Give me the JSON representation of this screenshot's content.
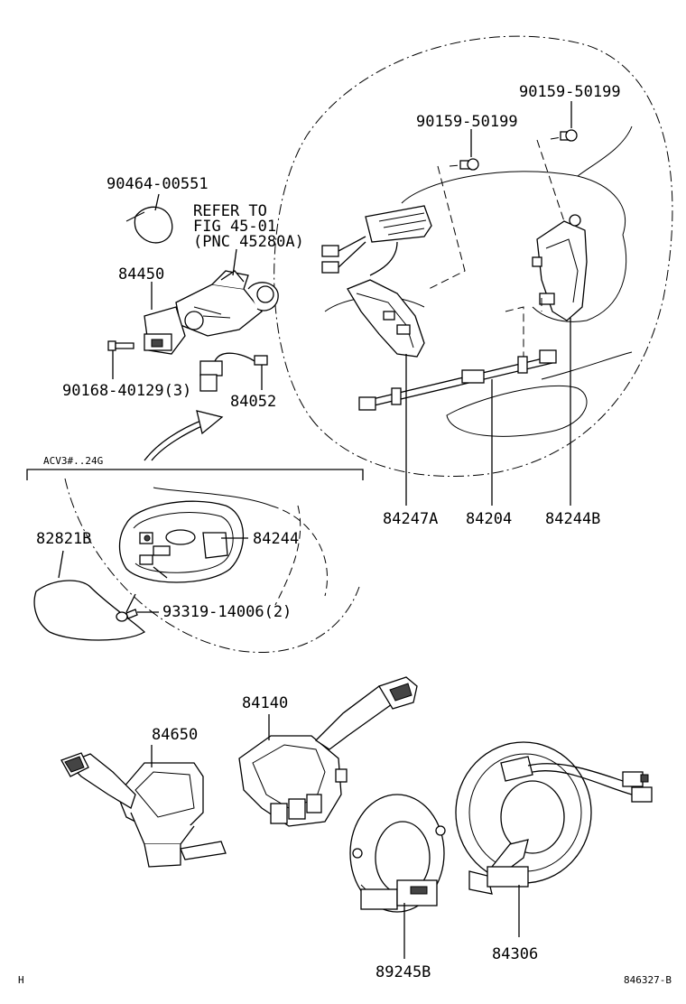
{
  "callouts": {
    "c90159_50199_a": "90159-50199",
    "c90159_50199_b": "90159-50199",
    "c90464_00551": "90464-00551",
    "refer_line1": "REFER TO",
    "refer_line2": "FIG 45-01",
    "refer_line3": "(PNC 45280A)",
    "c84450": "84450",
    "c90168_40129": "90168-40129(3)",
    "c84052": "84052",
    "variant_label": "ACV3#..24G",
    "c82821b": "82821B",
    "c84244": "84244",
    "c93319_14006": "93319-14006(2)",
    "c84247a": "84247A",
    "c84204": "84204",
    "c84244b": "84244B",
    "c84140": "84140",
    "c84650": "84650",
    "c89245b": "89245B",
    "c84306": "84306"
  },
  "footer": {
    "left_mark": "H",
    "diagram_code": "846327-B"
  }
}
